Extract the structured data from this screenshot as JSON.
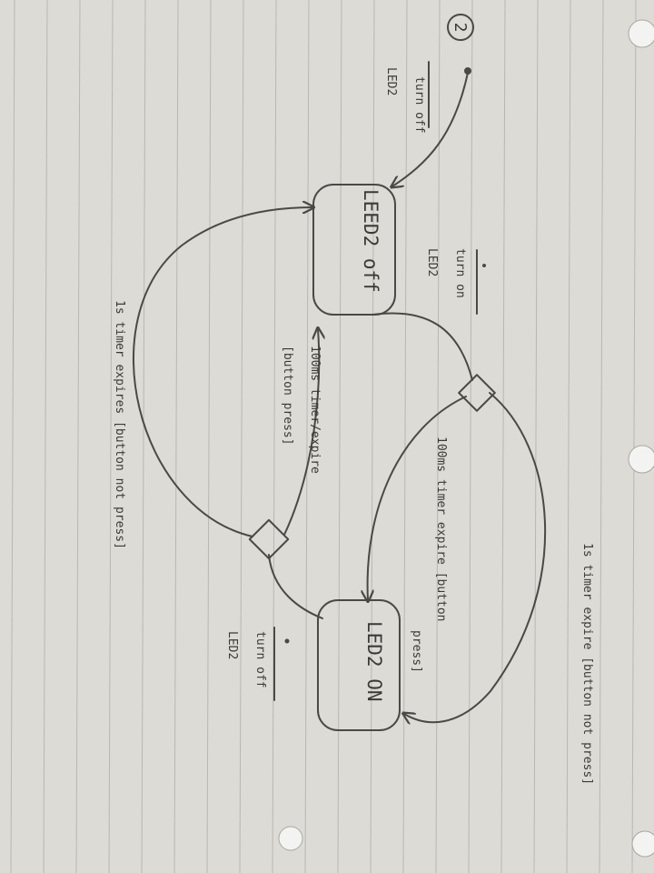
{
  "page_number": "2",
  "colors": {
    "paper": "#dcdbd5",
    "rule_line": "#b9b7b0",
    "ink": "#4a4946",
    "hole": "#f3f3f1"
  },
  "states": [
    {
      "id": "led2-off",
      "label": "LEED2 off"
    },
    {
      "id": "led2-on",
      "label": "LED2 ON"
    }
  ],
  "actions": {
    "initial": [
      "turn off",
      "LED2"
    ],
    "entry_off": [
      "turn on",
      "LED2"
    ],
    "entry_on": [
      "turn off",
      "LED2"
    ]
  },
  "transitions": {
    "t_1s_outer": "1s timer expire [button not press]",
    "t_100ms_right": [
      "100ms timer expire [button",
      "press]"
    ],
    "t_100ms_left": [
      "100ms timer/expire",
      "[button press]"
    ],
    "t_1s_left": "1s timer expires [button not press]"
  }
}
